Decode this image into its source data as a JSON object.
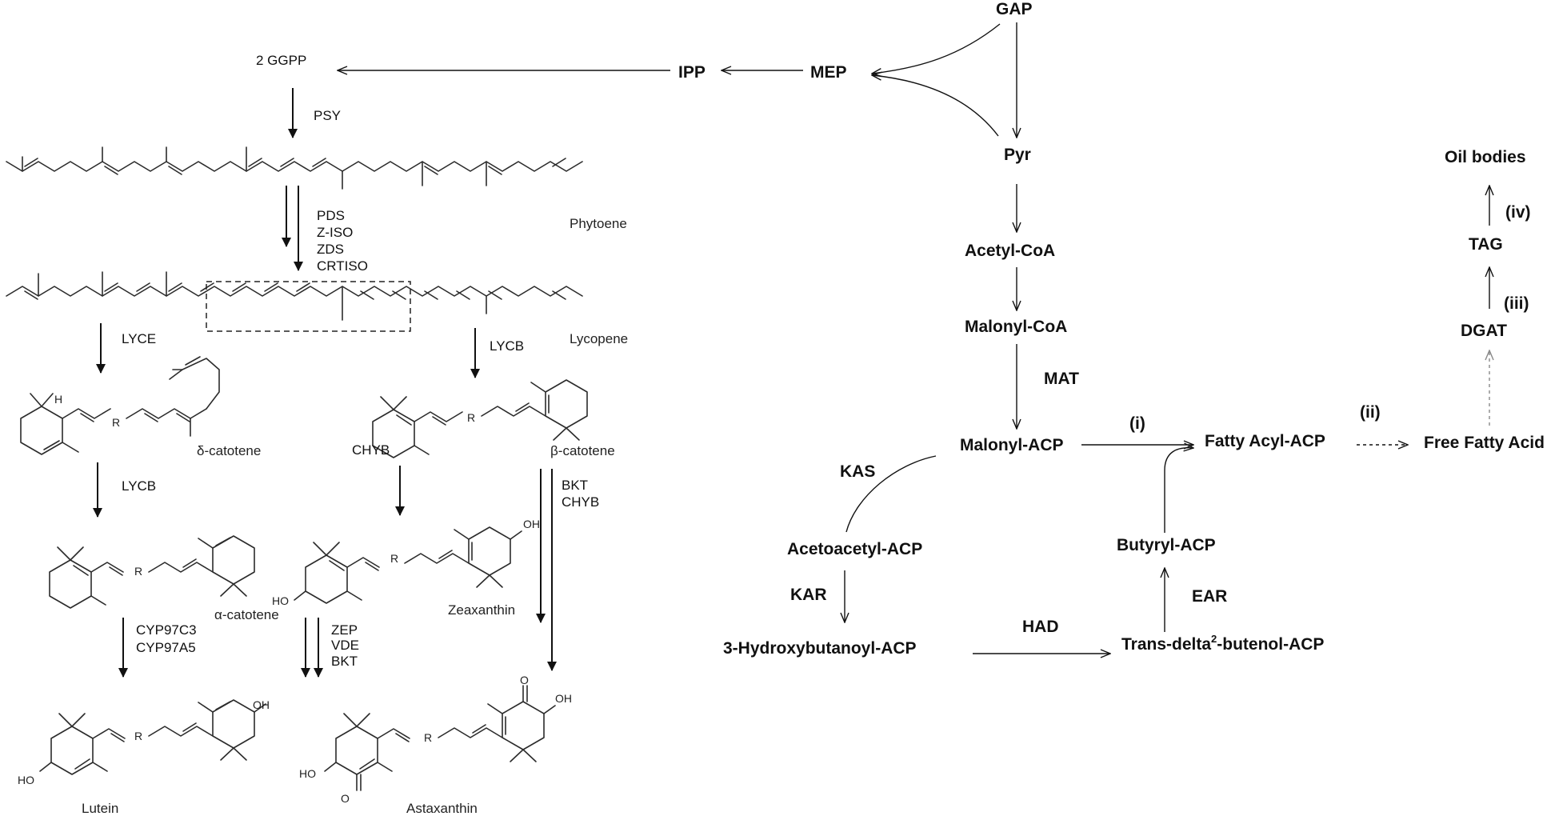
{
  "carotenoid_pathway": {
    "precursor": "2 GGPP",
    "enzymes": {
      "psy": "PSY",
      "desaturation": [
        "PDS",
        "Z-ISO",
        "ZDS",
        "CRTISO"
      ],
      "lyce": "LYCE",
      "lycb_left": "LYCB",
      "lycb_right": "LYCB",
      "chyb": "CHYB",
      "bkt_chyb": [
        "BKT",
        "CHYB"
      ],
      "cyp": [
        "CYP97C3",
        "CYP97A5"
      ],
      "zep_vde_bkt": [
        "ZEP",
        "VDE",
        "BKT"
      ]
    },
    "molecules": {
      "phytoene": "Phytoene",
      "lycopene": "Lycopene",
      "delta_carotene": "δ-catotene",
      "beta_carotene": "β-catotene",
      "alpha_carotene": "α-catotene",
      "zeaxanthin": "Zeaxanthin",
      "lutein": "Lutein",
      "astaxanthin": "Astaxanthin"
    },
    "atoms": {
      "r": "R",
      "h": "H",
      "oh": "OH",
      "ho": "HO",
      "o": "O"
    }
  },
  "upstream": {
    "gap": "GAP",
    "mep": "MEP",
    "ipp": "IPP",
    "pyr": "Pyr"
  },
  "fatty_acid_pathway": {
    "acetyl_coa": "Acetyl-CoA",
    "malonyl_coa": "Malonyl-CoA",
    "mat": "MAT",
    "malonyl_acp": "Malonyl-ACP",
    "step_i": "(i)",
    "fatty_acyl_acp": "Fatty Acyl-ACP",
    "step_ii": "(ii)",
    "free_fatty_acid": "Free Fatty Acid",
    "kas": "KAS",
    "acetoacetyl_acp": "Acetoacetyl-ACP",
    "kar": "KAR",
    "hydroxybutanoyl_acp": "3-Hydroxybutanoyl-ACP",
    "had": "HAD",
    "butenol_acp_prefix": "Trans-delta",
    "butenol_acp_sup": "2",
    "butenol_acp_suffix": "-butenol-ACP",
    "ear": "EAR",
    "butyryl_acp": "Butyryl-ACP"
  },
  "lipid_assembly": {
    "dgat": "DGAT",
    "step_iii": "(iii)",
    "tag": "TAG",
    "step_iv": "(iv)",
    "oil_bodies": "Oil bodies"
  }
}
